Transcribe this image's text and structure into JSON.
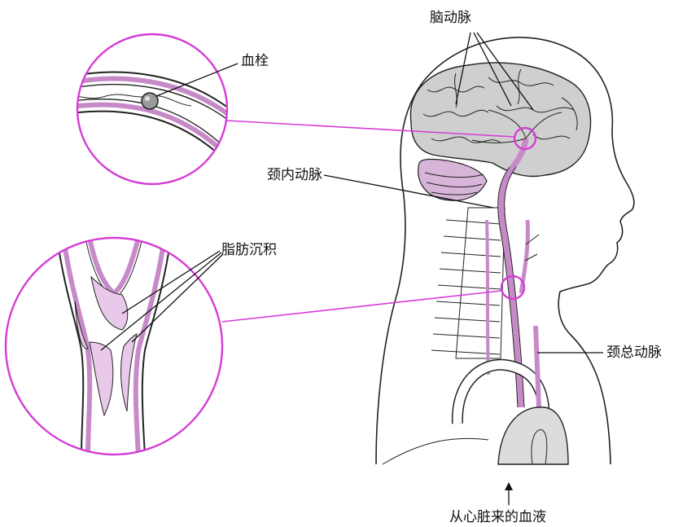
{
  "labels": {
    "cerebral_artery": "脑动脉",
    "thrombus": "血栓",
    "internal_carotid": "颈内动脉",
    "fat_deposit": "脂肪沉积",
    "common_carotid": "颈总动脉",
    "blood_from_heart": "从心脏来的血液"
  },
  "colors": {
    "callout": "#d63cd6",
    "vessel_wall": "#c78ac9",
    "plaque": "#e9c9ea",
    "outline": "#222222"
  }
}
